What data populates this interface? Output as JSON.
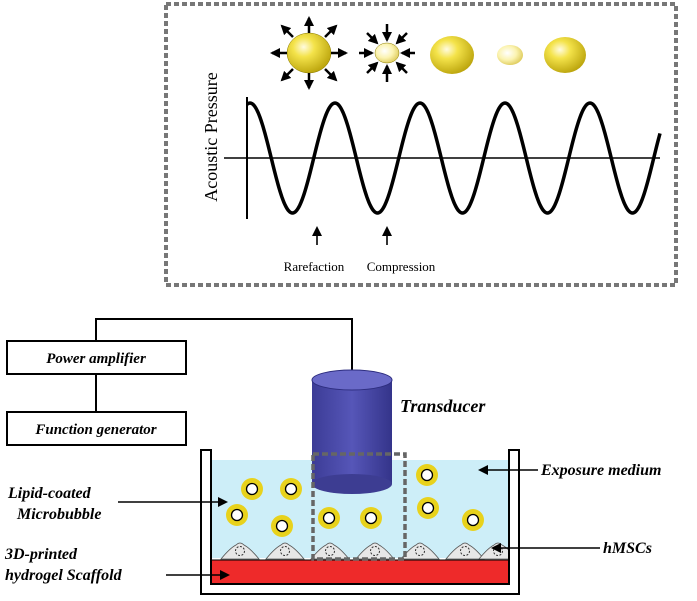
{
  "wave_panel": {
    "y_axis_label": "Acoustic Pressure",
    "rarefaction_label": "Rarefaction",
    "compression_label": "Compression"
  },
  "setup": {
    "power_amplifier_label": "Power amplifier",
    "function_generator_label": "Function generator",
    "transducer_label": "Transducer",
    "exposure_medium_label": "Exposure medium",
    "microbubble_label_line1": "Lipid-coated",
    "microbubble_label_line2": "Microbubble",
    "scaffold_label_line1": "3D-printed",
    "scaffold_label_line2": "hydrogel Scaffold",
    "cells_label": "hMSCs"
  },
  "colors": {
    "bubble_yellow": "#e8d21c",
    "medium_blue": "#cdeef8",
    "scaffold_red": "#ee2a2a",
    "transducer_blue": "#4a4aa6"
  }
}
